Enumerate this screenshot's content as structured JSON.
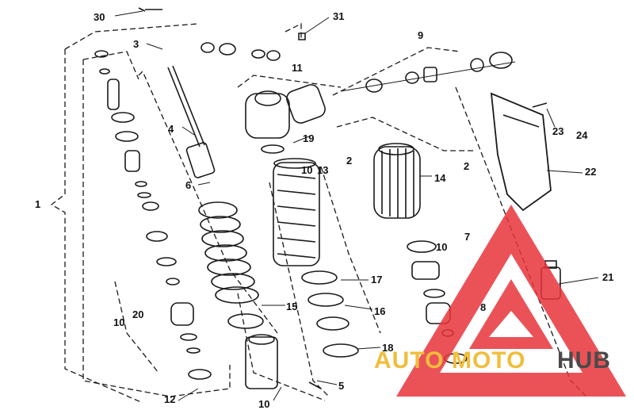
{
  "callouts": [
    "30",
    "31",
    "3",
    "9",
    "11",
    "4",
    "19",
    "10",
    "13",
    "2",
    "14",
    "2",
    "22",
    "23",
    "24",
    "6",
    "1",
    "7",
    "10",
    "17",
    "15",
    "16",
    "10",
    "20",
    "8",
    "18",
    "21",
    "12",
    "5",
    "10"
  ],
  "watermark": {
    "auto": "AUTO",
    "moto": "MOTO",
    "hub": "HUB",
    "colors": {
      "auto": "#f1bd3c",
      "moto": "#f1bd3c",
      "hub": "#4a4a4a",
      "triangle": "#e8343b"
    }
  }
}
